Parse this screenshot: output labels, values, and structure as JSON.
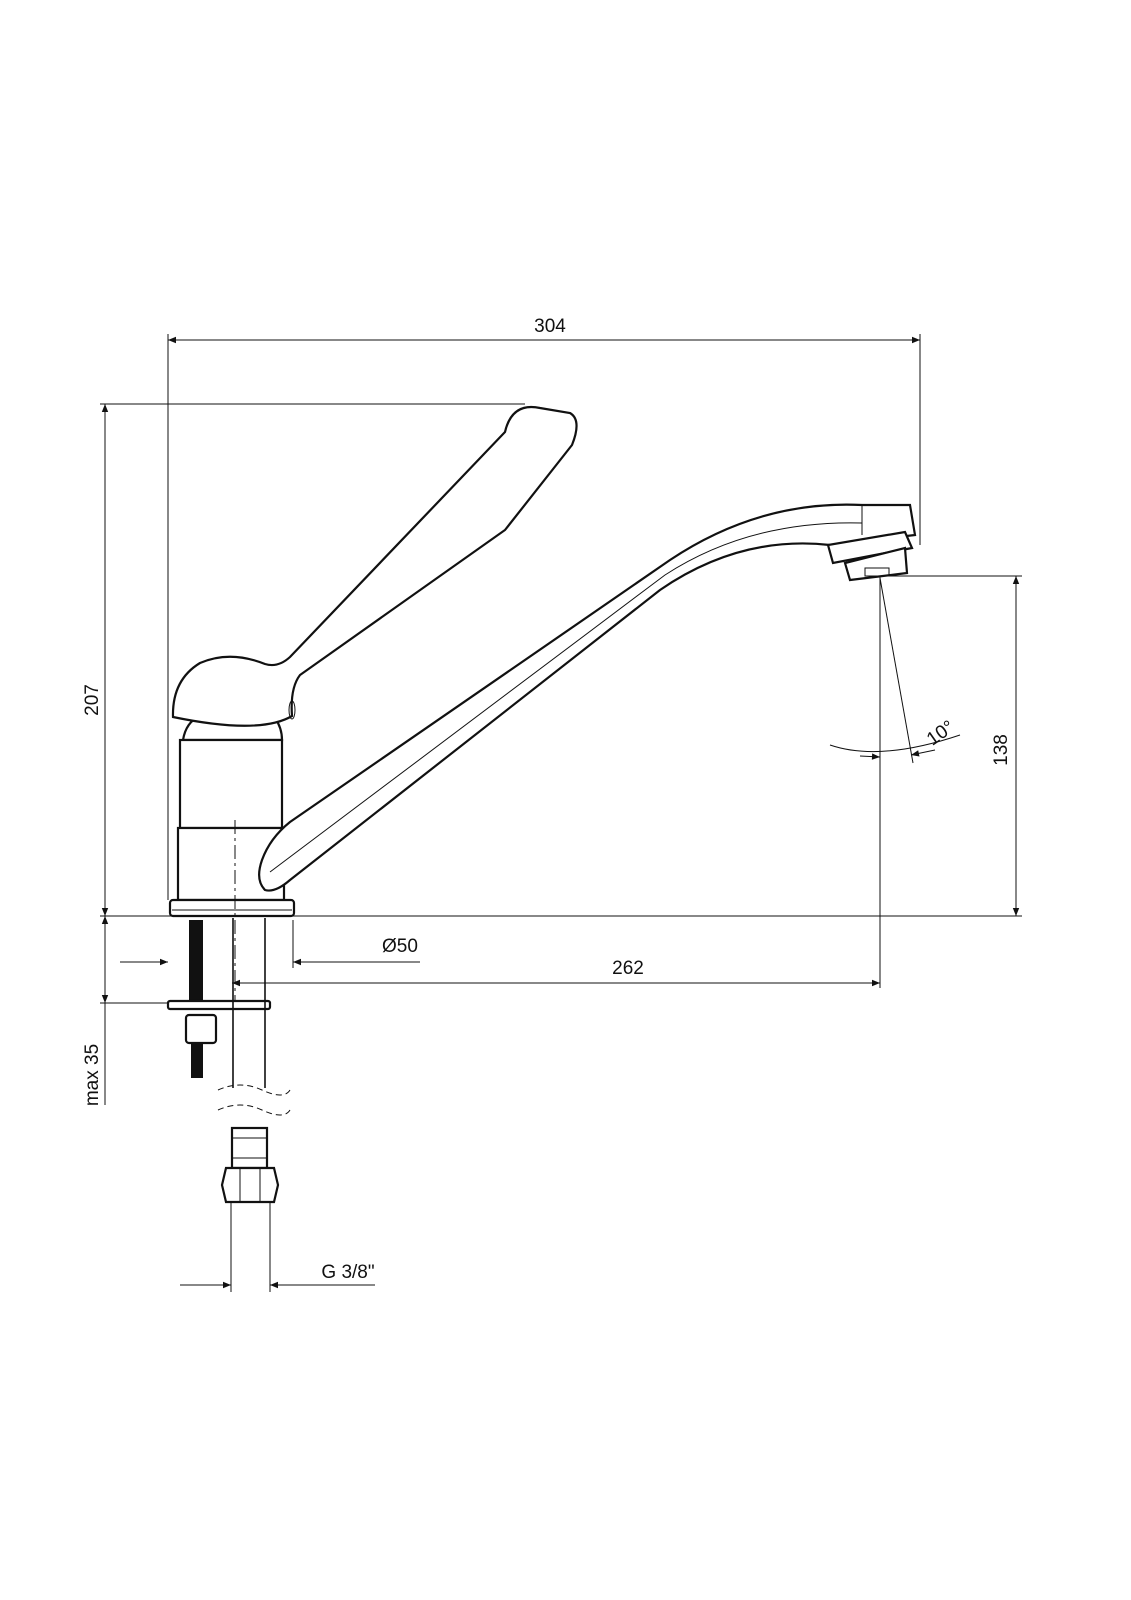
{
  "drawing": {
    "dimensions": {
      "total_width": "304",
      "total_height": "207",
      "spout_height": "138",
      "spout_reach": "262",
      "base_diameter": "Ø50",
      "max_counter_thickness": "max 35",
      "connection_thread": "G 3/8\"",
      "spout_angle": "10°"
    },
    "colors": {
      "line": "#111111",
      "background": "#ffffff"
    }
  }
}
